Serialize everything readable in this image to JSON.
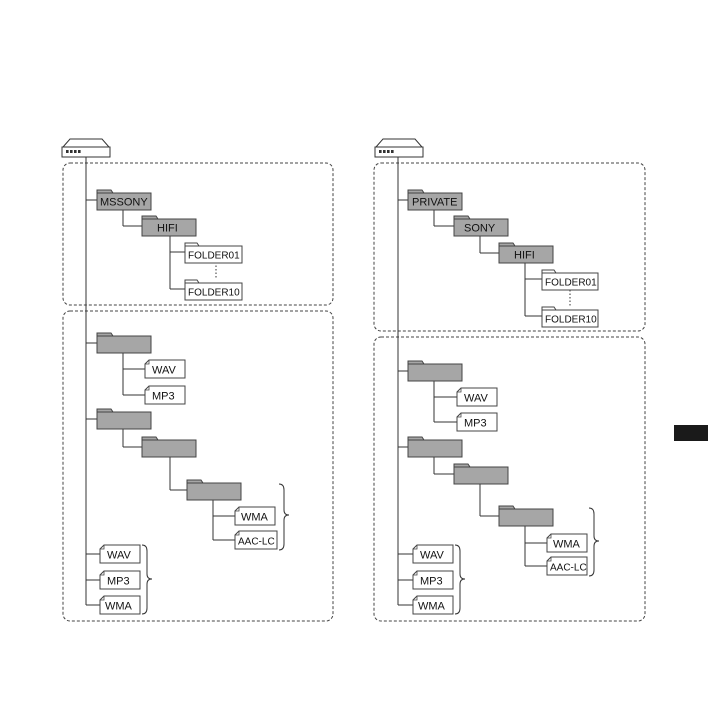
{
  "colors": {
    "folder_fill": "#a6a6a6",
    "file_fill": "#ffffff",
    "line": "#333333",
    "side_tab": "#1a1a1a"
  },
  "icons": {
    "drive": "storage-drive-icon",
    "folder": "folder-icon",
    "file": "file-icon",
    "bracket": "right-brace-icon"
  },
  "left_diagram": {
    "top_group": {
      "root_folder": "MSSONY",
      "sub_folder": "HIFI",
      "first_folder": "FOLDER01",
      "last_folder": "FOLDER10"
    },
    "bottom_group": {
      "folder_a_files": [
        "WAV",
        "MP3"
      ],
      "nested_files": [
        "WMA",
        "AAC-LC"
      ],
      "root_files": [
        "WAV",
        "MP3",
        "WMA"
      ]
    }
  },
  "right_diagram": {
    "top_group": {
      "root_folder": "PRIVATE",
      "sub_folder": "SONY",
      "sub_sub_folder": "HIFI",
      "first_folder": "FOLDER01",
      "last_folder": "FOLDER10"
    },
    "bottom_group": {
      "folder_a_files": [
        "WAV",
        "MP3"
      ],
      "nested_files": [
        "WMA",
        "AAC-LC"
      ],
      "root_files": [
        "WAV",
        "MP3",
        "WMA"
      ]
    }
  }
}
